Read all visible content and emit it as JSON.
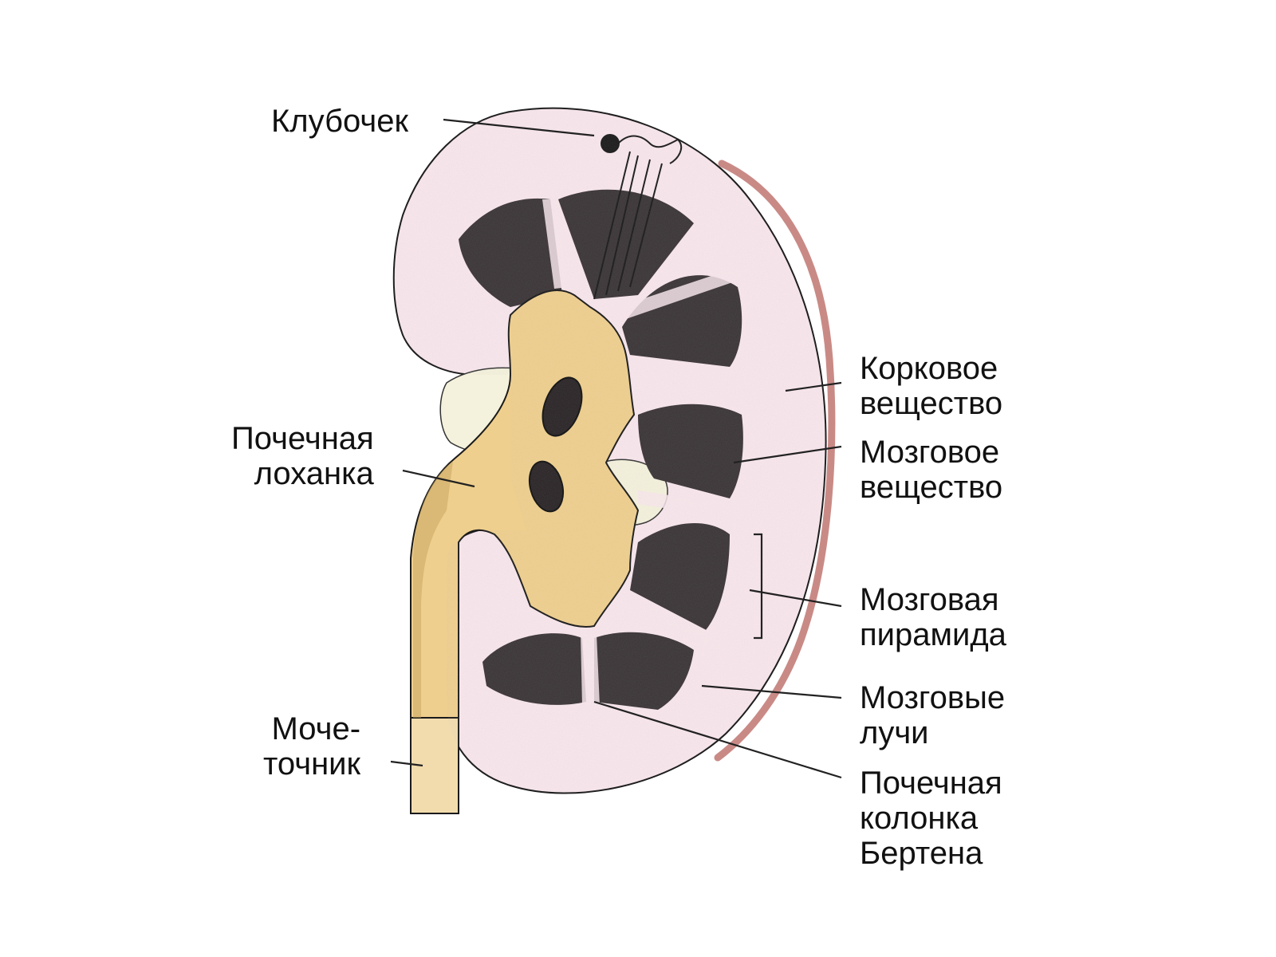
{
  "labels": {
    "glomerulus": [
      "Клубочек"
    ],
    "renal_pelvis": [
      "Почечная",
      "лоханка"
    ],
    "ureter": [
      "Моче-",
      "точник"
    ],
    "cortex": [
      "Корковое",
      "вещество"
    ],
    "medulla": [
      "Мозговое",
      "вещество"
    ],
    "medullary_pyramid": [
      "Мозговая",
      "пирамида"
    ],
    "medullary_rays": [
      "Мозговые",
      "лучи"
    ],
    "renal_column": [
      "Почечная",
      "колонка",
      "Бертена"
    ]
  },
  "colors": {
    "cortex": "#f8e6ec",
    "capsule": "#c98a86",
    "pelvis": "#efcf8e",
    "pyramid": "#3a3436",
    "fat": "#f4f1dc",
    "ureter_lower": "#f2dcae",
    "line": "#222222",
    "text": "#111111"
  }
}
